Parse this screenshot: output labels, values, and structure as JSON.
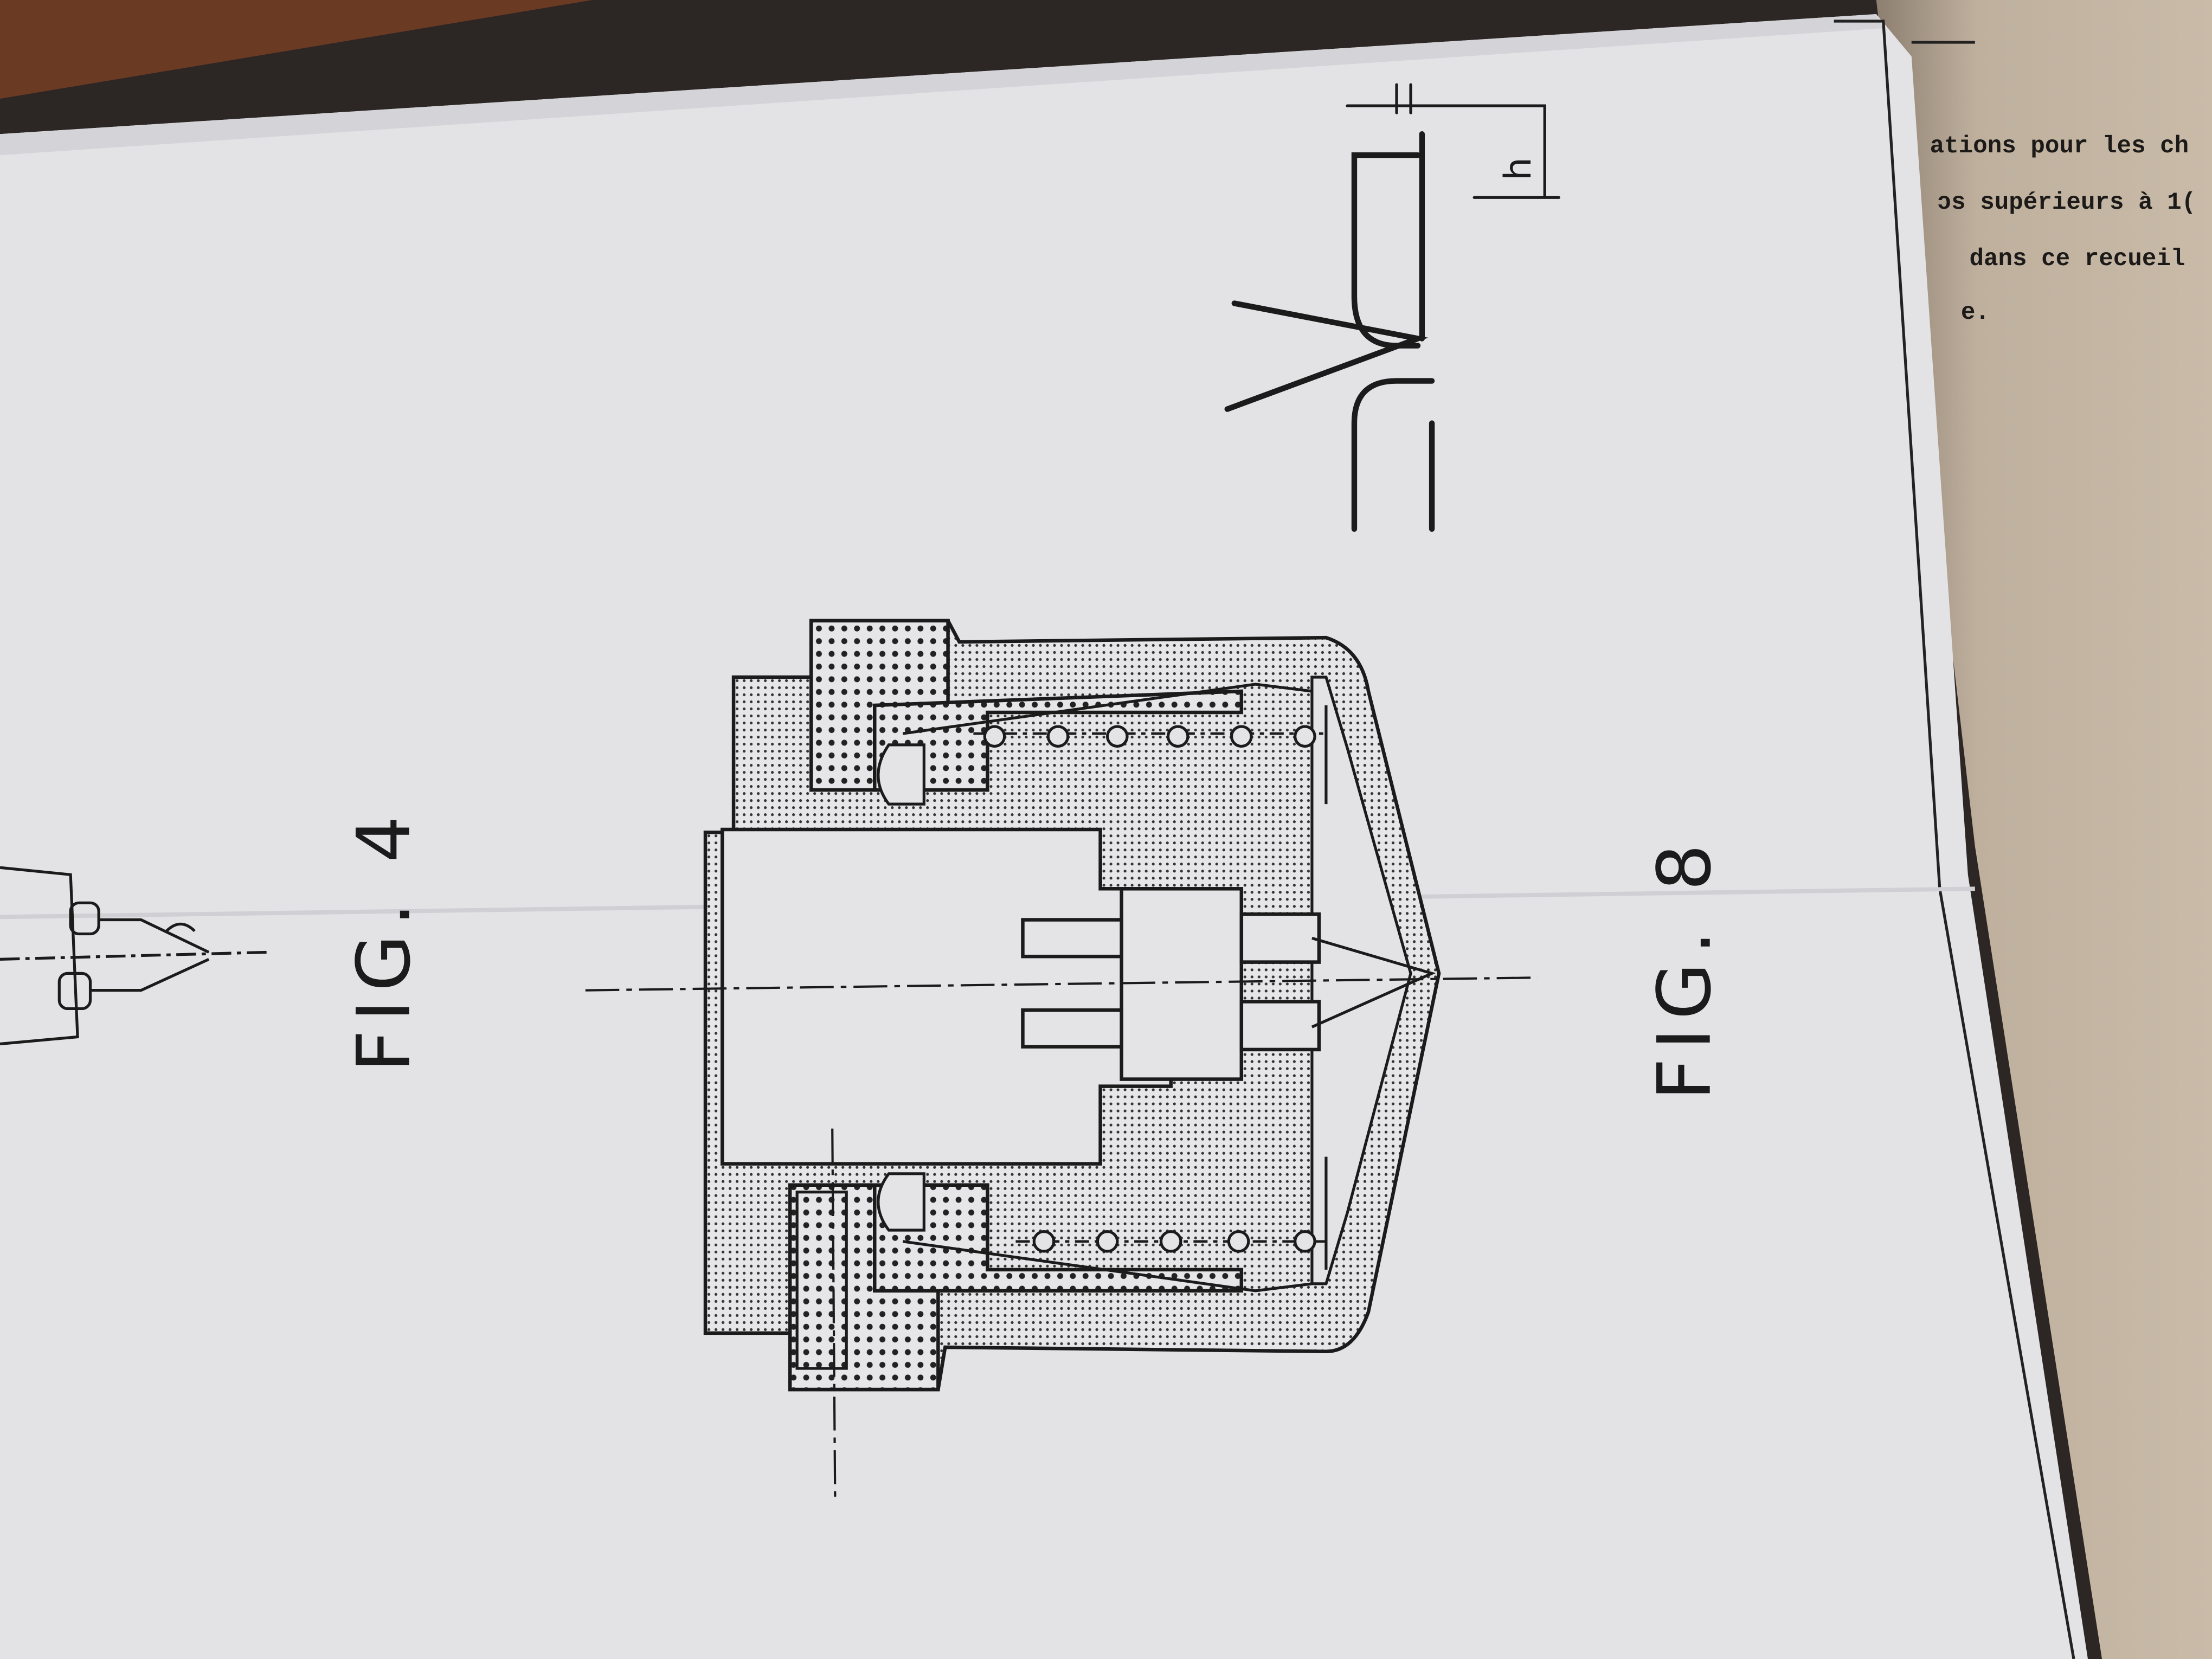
{
  "document": {
    "figures": [
      {
        "label": "FIG. 4"
      },
      {
        "label": "FIG. 8"
      }
    ],
    "dimension_label": "h",
    "typed_text_lines": [
      "ations pour les ch",
      "ɔs supérieurs à 1(",
      "dans ce recueil",
      "e."
    ]
  },
  "colors": {
    "paper": "#e3e3e6",
    "ink": "#1b1b1b",
    "background_paper": "#b9aa98",
    "wood": "#6a3a22"
  }
}
